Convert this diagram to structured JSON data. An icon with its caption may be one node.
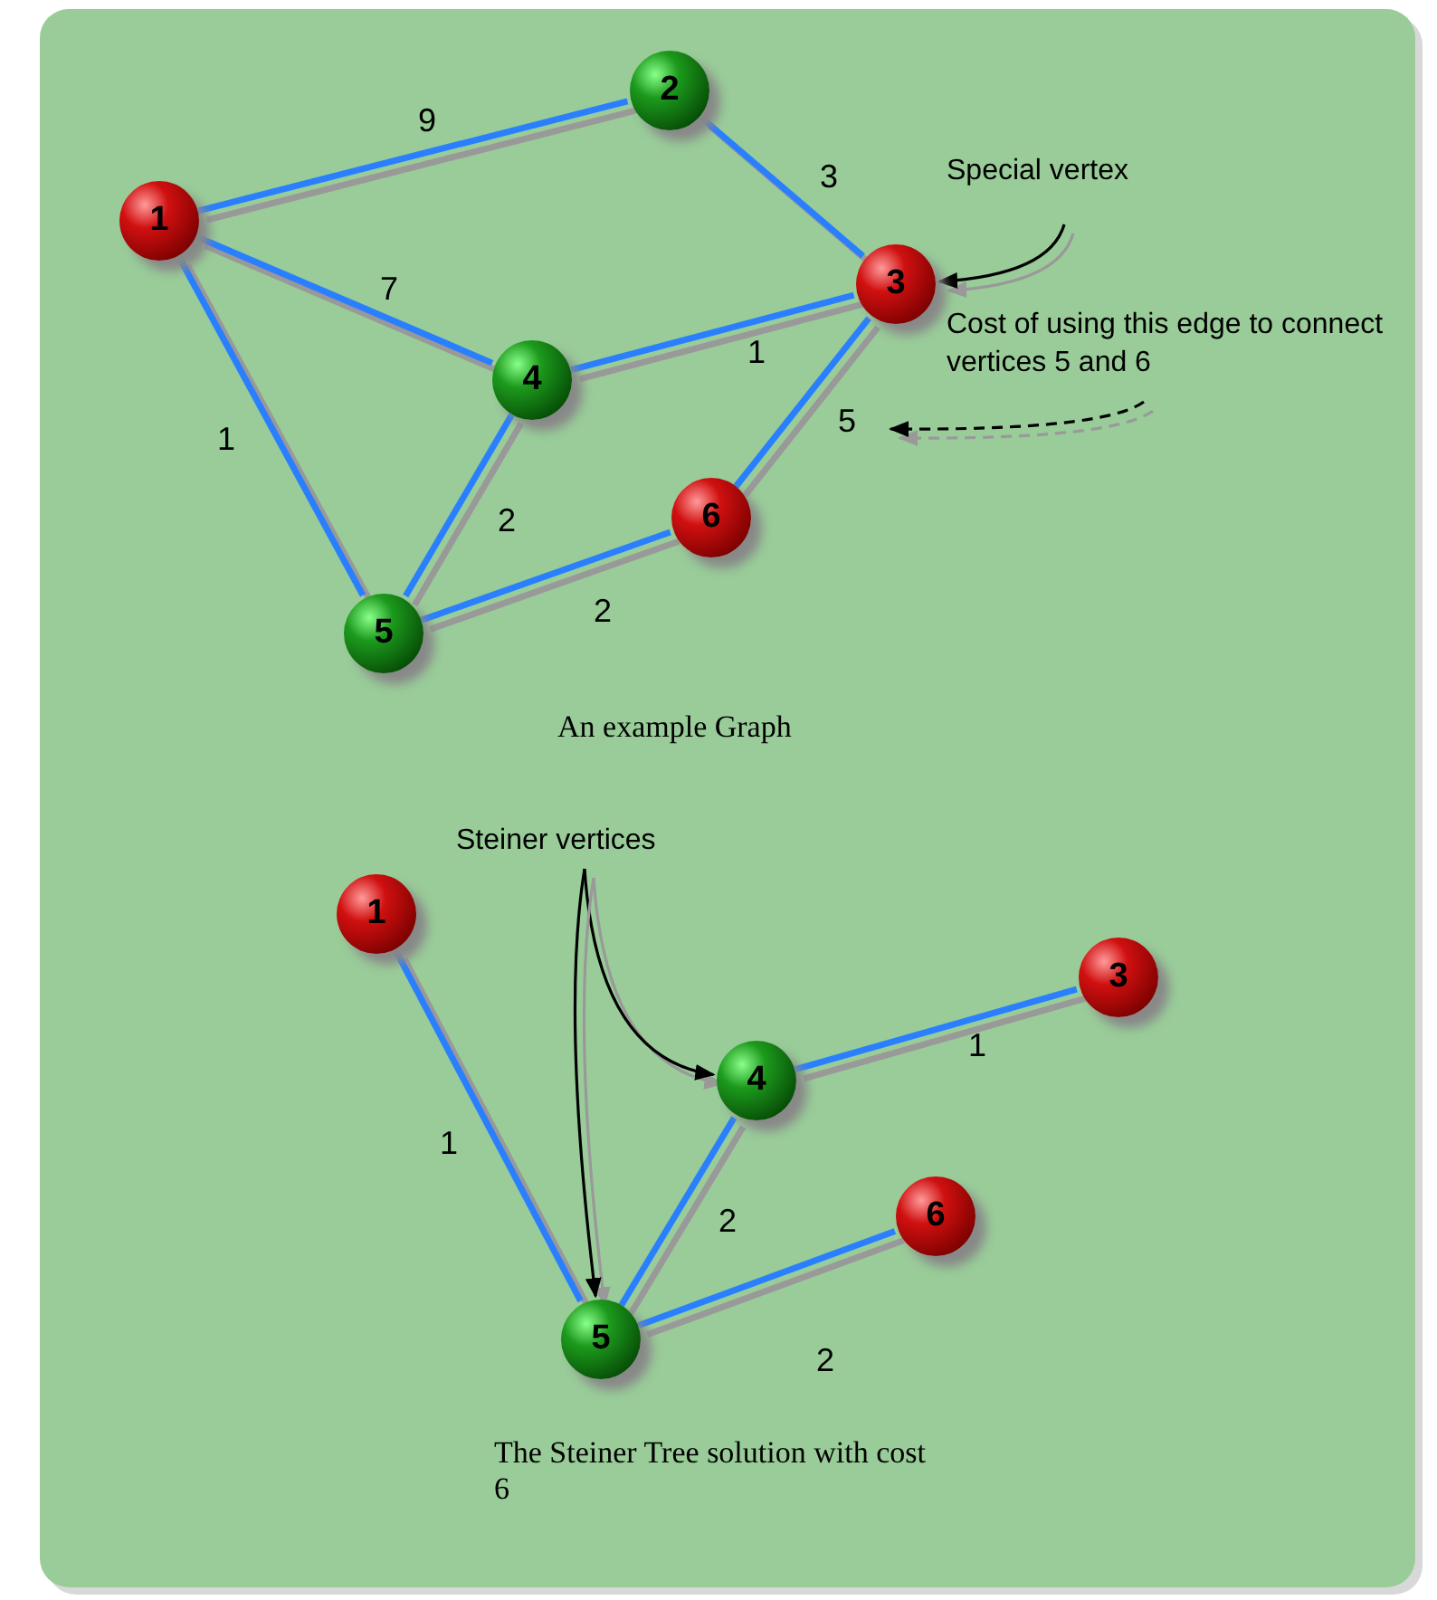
{
  "diagram": {
    "nodes": [
      {
        "text": [
          "1"
        ]
      },
      {
        "text": [
          "2"
        ]
      },
      {
        "text": [
          "3"
        ]
      },
      {
        "text": [
          "4"
        ]
      },
      {
        "text": [
          "6"
        ]
      },
      {
        "text": [
          "5"
        ]
      },
      {
        "text": [
          "Special vertex"
        ]
      },
      {
        "text": [
          "Cost of using this edge to connect vertices 5 and 6"
        ]
      },
      {
        "text": [
          "1"
        ]
      },
      {
        "text": [
          "3"
        ]
      },
      {
        "text": [
          "4"
        ]
      },
      {
        "text": [
          "6"
        ]
      },
      {
        "text": [
          "5"
        ]
      },
      {
        "text": [
          "Steiner vertices"
        ]
      }
    ],
    "edges": [
      {
        "from": 0,
        "to": 1,
        "arrow": "none",
        "label": "9"
      },
      {
        "from": 1,
        "to": 2,
        "arrow": "none",
        "label": "3"
      },
      {
        "from": 0,
        "to": 3,
        "arrow": "none",
        "label": "7"
      },
      {
        "from": 3,
        "to": 2,
        "arrow": "none",
        "label": "1"
      },
      {
        "from": 0,
        "to": 5,
        "arrow": "none",
        "label": "1"
      },
      {
        "from": 3,
        "to": 5,
        "arrow": "none",
        "label": "2"
      },
      {
        "from": 5,
        "to": 4,
        "arrow": "none",
        "label": "2"
      },
      {
        "from": 4,
        "to": 2,
        "arrow": "none",
        "label": "5"
      },
      {
        "from": 6,
        "to": 2,
        "arrow": "to",
        "color": "#000000"
      },
      {
        "from": 7,
        "to": null,
        "arrow": "to",
        "style": "dashed",
        "color": "#000000"
      },
      {
        "from": 13,
        "to": 10,
        "arrow": "to",
        "color": "#000000"
      },
      {
        "from": 13,
        "to": 12,
        "arrow": "to",
        "color": "#000000"
      },
      {
        "from": 8,
        "to": 12,
        "arrow": "none",
        "label": "1"
      },
      {
        "from": 10,
        "to": 9,
        "arrow": "none",
        "label": "1"
      },
      {
        "from": 12,
        "to": 10,
        "arrow": "none",
        "label": "2"
      },
      {
        "from": 12,
        "to": 11,
        "arrow": "none",
        "label": "2"
      }
    ],
    "labels": [
      "An example Graph",
      "The Steiner Tree solution with cost 6"
    ]
  }
}
